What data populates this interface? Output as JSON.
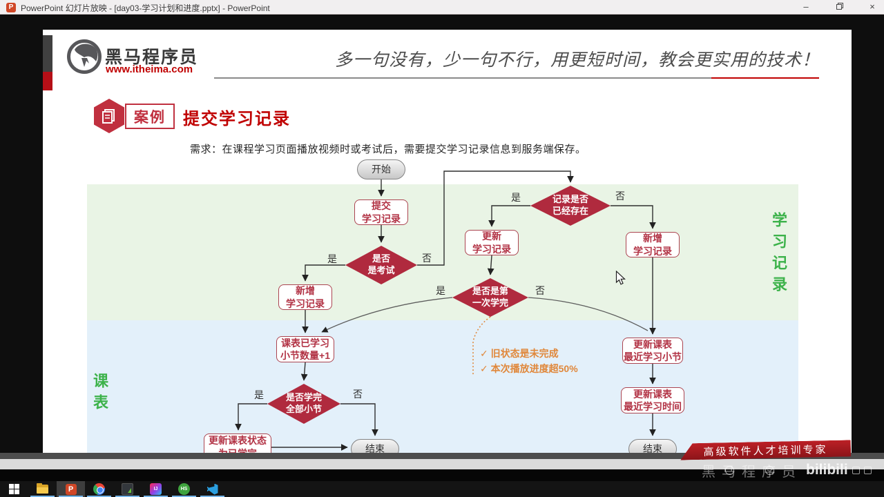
{
  "window": {
    "title": "PowerPoint 幻灯片放映 - [day03-学习计划和进度.pptx] - PowerPoint",
    "app_badge": "P",
    "minimize_glyph": "–",
    "close_glyph": "×"
  },
  "header": {
    "brand": "黑马程序员",
    "site": "www.itheima.com",
    "slogan": "多一句没有，少一句不行，用更短时间，教会更实用的技术！"
  },
  "slide": {
    "badge_label": "案例",
    "title": "提交学习记录",
    "requirement": "需求：在课程学习页面播放视频时或考试后，需要提交学习记录信息到服务端保存。",
    "lane_right": "学习记录",
    "lane_left": "课表",
    "banner": "高级软件人才培训专家"
  },
  "flow": {
    "start": "开始",
    "submit": "提交\n学习记录",
    "is_exam": "是否\n是考试",
    "add_record_left": "新增\n学习记录",
    "record_exists": "记录是否\n已经存在",
    "update_record": "更新\n学习记录",
    "add_record_right": "新增\n学习记录",
    "first_complete": "是否是第\n一次学完",
    "section_plus": "课表已学习\n小节数量+1",
    "all_sections": "是否学完\n全部小节",
    "update_status": "更新课表状态\n为已学完",
    "update_section": "更新课表\n最近学习小节",
    "update_time": "更新课表\n最近学习时间",
    "end": "结束",
    "yes": "是",
    "no": "否",
    "note1": "✓ 旧状态是未完成",
    "note2": "✓ 本次播放进度超50%"
  },
  "watermark": {
    "brand": "黑马程序员",
    "logo": "bilibili"
  },
  "taskbar": {
    "idea_label": "IJ",
    "hs_label": "HS",
    "ppt_label": "P"
  }
}
